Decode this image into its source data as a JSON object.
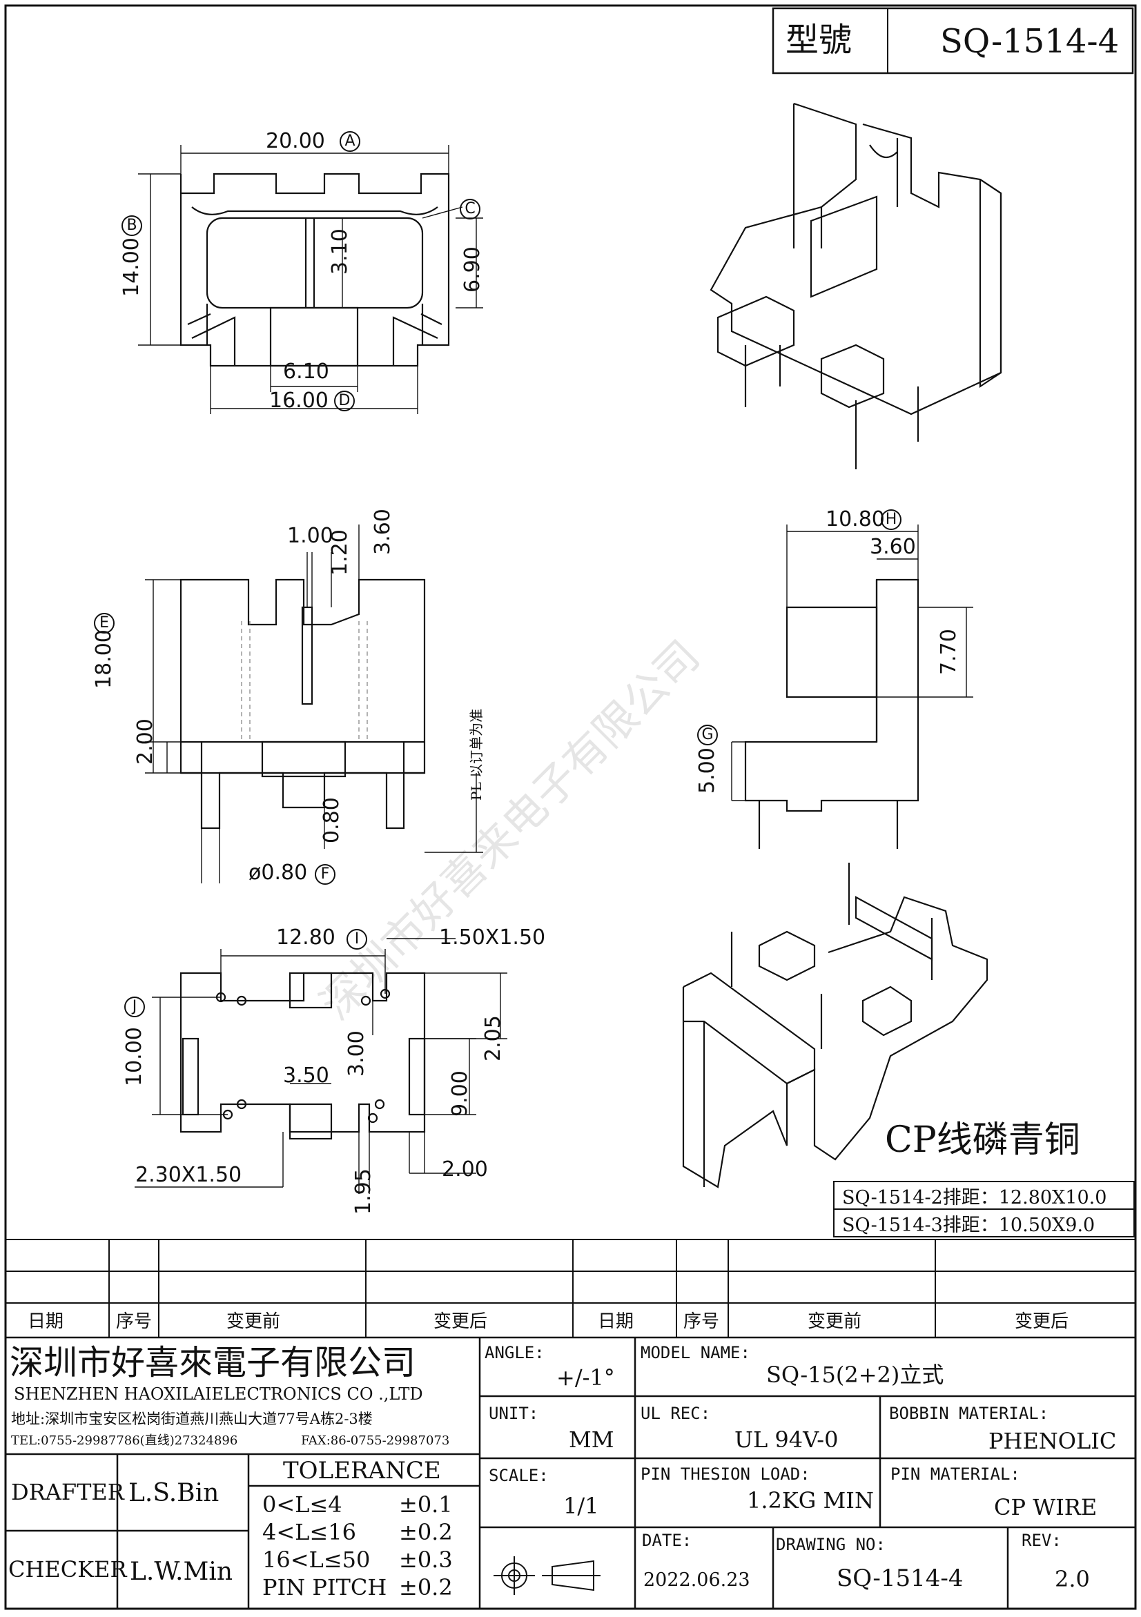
{
  "title_box": {
    "model_label": "型號",
    "model_value": "SQ-1514-4"
  },
  "dimensions": {
    "top_view": {
      "a": "20.00",
      "a_tag": "A",
      "b": "14.00",
      "b_tag": "B",
      "c_tag": "C",
      "c1": "3.10",
      "c2": "6.90",
      "d1": "6.10",
      "d": "16.00",
      "d_tag": "D"
    },
    "front_view": {
      "w1": "1.00",
      "w2": "1.20",
      "w3": "3.60",
      "e": "18.00",
      "e_tag": "E",
      "base": "2.00",
      "pin_len": "0.80",
      "f": "ø0.80",
      "f_tag": "F",
      "pl_note": "PL 以订单为准"
    },
    "side_view": {
      "h": "10.80",
      "h_tag": "H",
      "s1": "3.60",
      "s2": "7.70",
      "g": "5.00",
      "g_tag": "G"
    },
    "bottom_view": {
      "i": "12.80",
      "i_tag": "I",
      "slot": "1.50X1.50",
      "j": "10.00",
      "j_tag": "J",
      "b1": "2.05",
      "b2": "3.00",
      "b3": "3.50",
      "b4": "9.00",
      "b5": "2.30X1.50",
      "b6": "1.95",
      "b7": "2.00"
    }
  },
  "material_note": "CP线磷青铜",
  "variants": [
    "SQ-1514-2排距：12.80X10.0",
    "SQ-1514-3排距：10.50X9.0"
  ],
  "revision_table": {
    "headers": [
      "日期",
      "序号",
      "变更前",
      "变更后",
      "日期",
      "序号",
      "变更前",
      "变更后"
    ]
  },
  "company": {
    "name_cn": "深圳市好喜來電子有限公司",
    "name_en": "SHENZHEN HAOXILAIELECTRONICS CO .,LTD",
    "address": "地址:深圳市宝安区松岗街道燕川燕山大道77号A栋2-3楼",
    "tel": "TEL:0755-29987786(直线)27324896",
    "fax": "FAX:86-0755-29987073"
  },
  "watermark": "深圳市好喜来电子有限公司",
  "info": {
    "angle_label": "ANGLE:",
    "angle_value": "+/-1°",
    "model_name_label": "MODEL NAME:",
    "model_name_value": "SQ-15(2+2)立式",
    "unit_label": "UNIT:",
    "unit_value": "MM",
    "ul_label": "UL REC:",
    "ul_value": "UL 94V-0",
    "bobbin_label": "BOBBIN MATERIAL:",
    "bobbin_value": "PHENOLIC",
    "scale_label": "SCALE:",
    "scale_value": "1/1",
    "pin_load_label": "PIN THESION LOAD:",
    "pin_load_value": "1.2KG MIN",
    "pin_mat_label": "PIN MATERIAL:",
    "pin_mat_value": "CP   WIRE",
    "date_label": "DATE:",
    "date_value": "2022.06.23",
    "drawing_no_label": "DRAWING NO:",
    "drawing_no_value": "SQ-1514-4",
    "rev_label": "REV:",
    "rev_value": "2.0"
  },
  "people": {
    "drafter_label": "DRAFTER",
    "drafter_value": "L.S.Bin",
    "checker_label": "CHECKER",
    "checker_value": "L.W.Min"
  },
  "tolerance": {
    "title": "TOLERANCE",
    "rows": [
      {
        "range": "0<L≤4",
        "value": "±0.1"
      },
      {
        "range": "4<L≤16",
        "value": "±0.2"
      },
      {
        "range": "16<L≤50",
        "value": "±0.3"
      },
      {
        "range": "PIN PITCH",
        "value": "±0.2"
      }
    ]
  }
}
